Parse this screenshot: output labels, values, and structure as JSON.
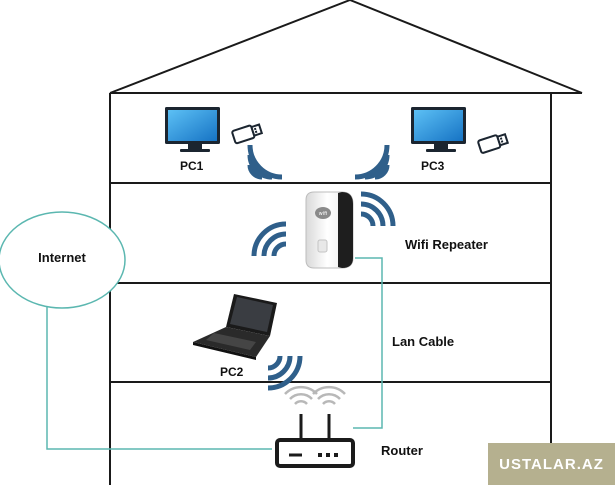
{
  "labels": {
    "pc1": "PC1",
    "pc2": "PC2",
    "pc3": "PC3",
    "internet": "Internet",
    "wifi_repeater": "Wifi Repeater",
    "lan_cable": "Lan Cable",
    "router": "Router"
  },
  "watermark": "USTALAR.AZ",
  "colors": {
    "house_line": "#1a1a1a",
    "cable": "#5bb7b0",
    "wifi_wave": "#2f5f8a",
    "router_wave": "#b8b8b8",
    "monitor_screen": "#1f8fd8",
    "monitor_frame": "#1b2530",
    "watermark_bg": "#b5b08f"
  },
  "icons": {
    "monitor": "monitor-icon",
    "usb_dongle": "usb-dongle-icon",
    "laptop": "laptop-icon",
    "repeater": "repeater-device-icon",
    "router": "router-icon",
    "wifi": "wifi-waves-icon",
    "cloud": "internet-ellipse"
  }
}
